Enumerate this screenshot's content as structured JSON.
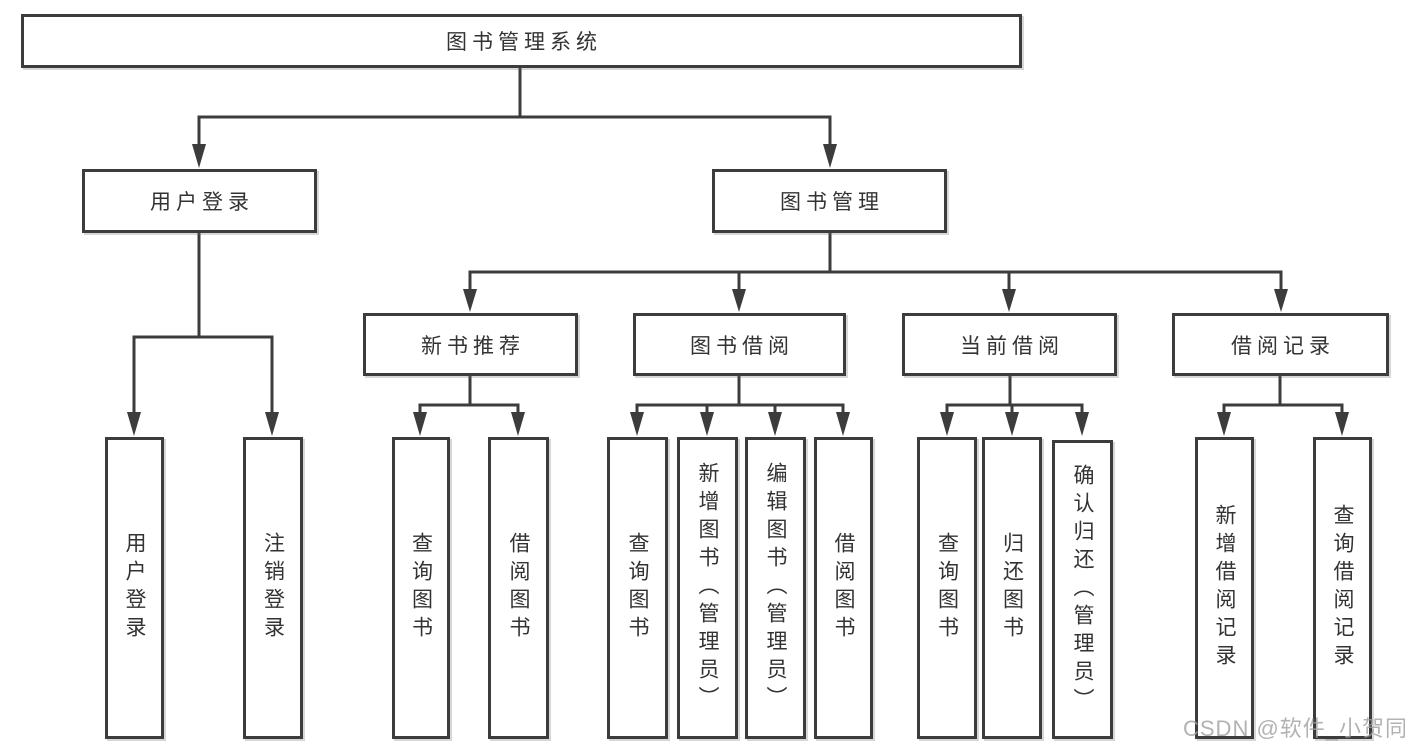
{
  "colors": {
    "line": "#3c3c3c",
    "text": "#333333",
    "box_bg": "#ffffff",
    "page_bg": "#ffffff",
    "watermark": "#a0a0a0"
  },
  "watermark": "CSDN @软件_小贺同学",
  "tree": {
    "root": {
      "label": "图书管理系统"
    },
    "branches": [
      {
        "label": "用户登录",
        "children": [
          {
            "label": "用户登录"
          },
          {
            "label": "注销登录"
          }
        ]
      },
      {
        "label": "图书管理",
        "children": [
          {
            "label": "新书推荐",
            "children": [
              {
                "label": "查询图书"
              },
              {
                "label": "借阅图书"
              }
            ]
          },
          {
            "label": "图书借阅",
            "children": [
              {
                "label": "查询图书"
              },
              {
                "label": "新增图书（管理员）"
              },
              {
                "label": "编辑图书（管理员）"
              },
              {
                "label": "借阅图书"
              }
            ]
          },
          {
            "label": "当前借阅",
            "children": [
              {
                "label": "查询图书"
              },
              {
                "label": "归还图书"
              },
              {
                "label": "确认归还（管理员）"
              }
            ]
          },
          {
            "label": "借阅记录",
            "children": [
              {
                "label": "新增借阅记录"
              },
              {
                "label": "查询借阅记录"
              }
            ]
          }
        ]
      }
    ]
  }
}
